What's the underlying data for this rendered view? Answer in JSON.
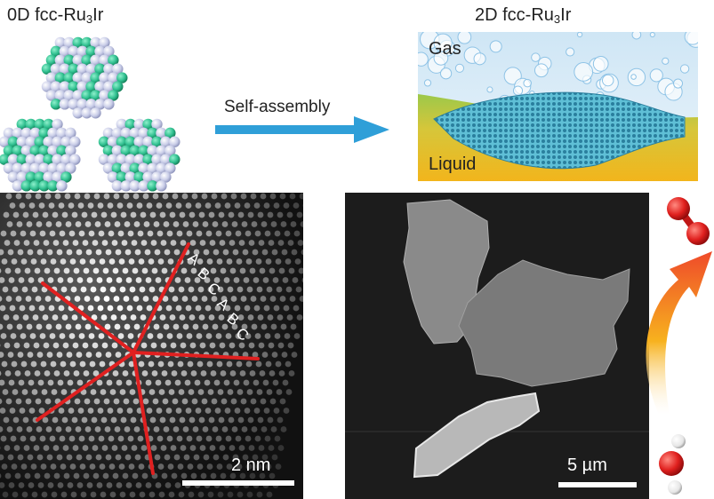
{
  "left_title": {
    "base": "0D fcc-Ru",
    "sub": "3",
    "tail": "Ir"
  },
  "right_title": {
    "base": "2D fcc-Ru",
    "sub": "3",
    "tail": "Ir"
  },
  "arrow_label": "Self-assembly",
  "gas_label": "Gas",
  "liquid_label": "Liquid",
  "stacking_letters": [
    "A",
    "B",
    "C",
    "A",
    "B",
    "C"
  ],
  "stem_scale": "2 nm",
  "sem_scale": "5 µm",
  "colors": {
    "atom_light": "#c9cde8",
    "atom_green": "#2fbf8f",
    "arrow_blue": "#2f9fd8",
    "guide_red": "#e02020",
    "oxygen_red": "#e0201e",
    "hydrogen_white": "#e6e6e6"
  }
}
